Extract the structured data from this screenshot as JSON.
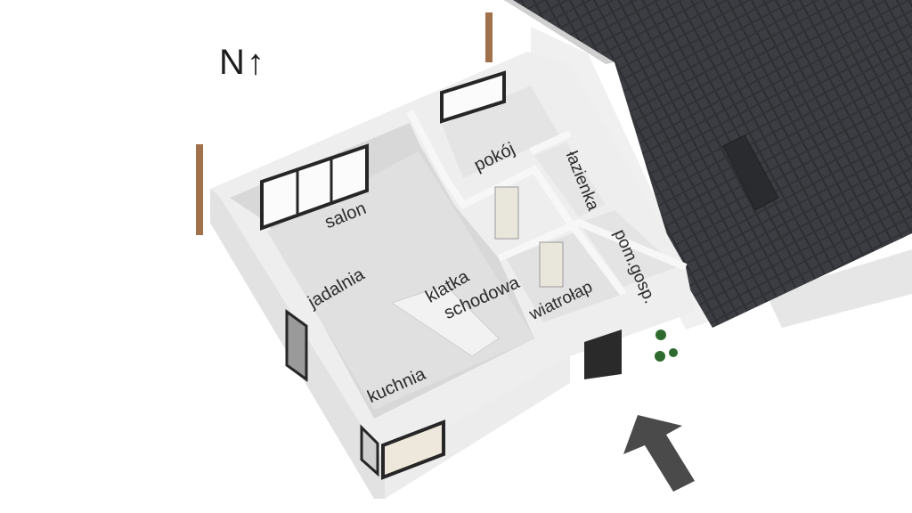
{
  "compass": {
    "letter": "N",
    "arrow": "↑"
  },
  "rooms": [
    {
      "id": "salon",
      "label": "salon"
    },
    {
      "id": "jadalnia",
      "label": "jadalnia"
    },
    {
      "id": "kuchnia",
      "label": "kuchnia"
    },
    {
      "id": "klatka1",
      "label": "klatka"
    },
    {
      "id": "klatka2",
      "label": "schodowa"
    },
    {
      "id": "pokoj",
      "label": "pokój"
    },
    {
      "id": "lazienka",
      "label": "łazienka"
    },
    {
      "id": "pom",
      "label": "pom.gosp."
    },
    {
      "id": "wiatrolap",
      "label": "wiatrołap"
    }
  ],
  "entrance_arrow": {
    "direction": "north-west",
    "color": "#4a4a4a"
  },
  "colors": {
    "roof": "#3a3c40",
    "wall_top": "#f2f2f2",
    "floor": "#d9d9d9",
    "post": "#a0714a",
    "window_frame": "#2b2b2b"
  }
}
